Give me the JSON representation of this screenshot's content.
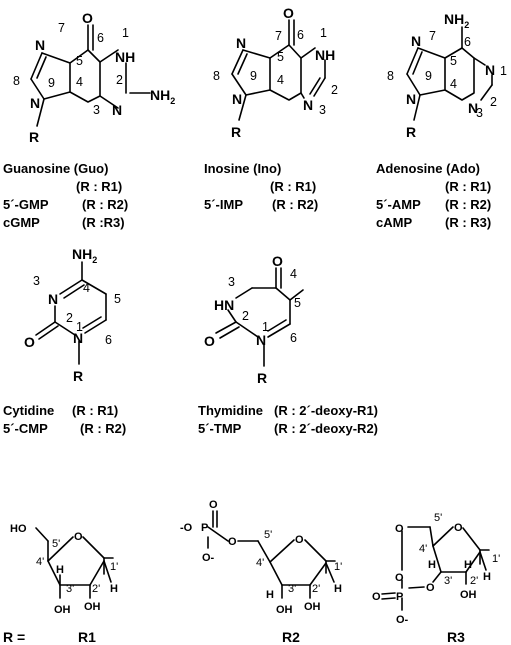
{
  "atoms": {
    "N": "N",
    "O": "O",
    "R": "R",
    "NH": "NH",
    "HN": "HN",
    "NH2_main": "NH",
    "NH2_sub": "2",
    "H": "H",
    "OH": "OH",
    "HO": "HO",
    "P": "P",
    "Ominus": "O-",
    "minusO": "-O"
  },
  "purine_numbers": [
    "1",
    "2",
    "3",
    "4",
    "5",
    "6",
    "7",
    "8",
    "9"
  ],
  "pyrimidine_numbers": [
    "1",
    "2",
    "3",
    "4",
    "5",
    "6"
  ],
  "sugar_numbers": [
    "1'",
    "2'",
    "3'",
    "4'",
    "5'"
  ],
  "compounds": {
    "guanosine": {
      "lines": [
        {
          "name": "Guanosine (Guo)",
          "r": ""
        },
        {
          "name": "",
          "r": "(R : R1)"
        },
        {
          "name": "5´-GMP",
          "r": "(R : R2)"
        },
        {
          "name": "cGMP",
          "r": "(R :R3)"
        }
      ]
    },
    "inosine": {
      "lines": [
        {
          "name": "Inosine (Ino)",
          "r": ""
        },
        {
          "name": "",
          "r": "(R : R1)"
        },
        {
          "name": "5´-IMP",
          "r": "(R : R2)"
        }
      ]
    },
    "adenosine": {
      "lines": [
        {
          "name": "Adenosine (Ado)",
          "r": ""
        },
        {
          "name": "",
          "r": "(R : R1)"
        },
        {
          "name": "5´-AMP",
          "r": "(R : R2)"
        },
        {
          "name": "cAMP",
          "r": "(R : R3)"
        }
      ]
    },
    "cytidine": {
      "lines": [
        {
          "name": "Cytidine",
          "r": "(R : R1)"
        },
        {
          "name": "5´-CMP",
          "r": "(R : R2)"
        }
      ]
    },
    "thymidine": {
      "lines": [
        {
          "name": "Thymidine",
          "r": "(R : 2´-deoxy-R1)"
        },
        {
          "name": "5´-TMP",
          "r": "(R : 2´-deoxy-R2)"
        }
      ]
    }
  },
  "r_groups": {
    "prefix": "R =",
    "labels": [
      "R1",
      "R2",
      "R3"
    ]
  }
}
